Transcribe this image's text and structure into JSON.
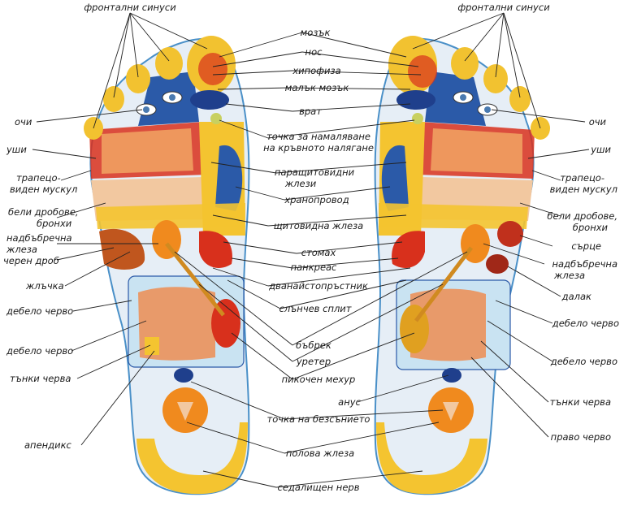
{
  "labels": {
    "frontal_sinuses_left": "фронтални синуси",
    "frontal_sinuses_right": "фронтални синуси",
    "eyes_left": "очи",
    "ears_left": "уши",
    "trapezius_left_1": "трапецо-",
    "trapezius_left_2": "виден мускул",
    "lungs_left_1": "бели дробове,",
    "lungs_left_2": "бронхи",
    "adrenal_left_1": "надбъбречна",
    "adrenal_left_2": "жлеза",
    "liver": "черен дроб",
    "gallbladder": "жлъчка",
    "colon_left_1": "дебело черво",
    "colon_left_2": "дебело черво",
    "small_intestine_left": "тънки черва",
    "appendix": "апендикс",
    "brain": "мозък",
    "nose": "нос",
    "pituitary": "хипофиза",
    "cerebellum": "малък мозък",
    "neck": "врат",
    "bp_point_1": "точка за намаляване",
    "bp_point_2": "на кръвното налягане",
    "parathyroid_1": "паращитовидни",
    "parathyroid_2": "жлези",
    "esophagus": "хранопровод",
    "thyroid": "щитовидна жлеза",
    "stomach": "стомах",
    "pancreas": "панкреас",
    "duodenum": "дванайстопръстник",
    "solar_plexus": "слънчев сплит",
    "kidney": "бъбрек",
    "ureter": "уретер",
    "bladder": "пикочен мехур",
    "anus": "анус",
    "insomnia_point": "точка на безсънието",
    "sex_gland": "полова жлеза",
    "sciatic_nerve": "седалищен нерв",
    "eyes_right": "очи",
    "ears_right": "уши",
    "trapezius_right_1": "трапецо-",
    "trapezius_right_2": "виден мускул",
    "lungs_right_1": "бели дробове,",
    "lungs_right_2": "бронхи",
    "heart": "сърце",
    "adrenal_right_1": "надбъбречна",
    "adrenal_right_2": "жлеза",
    "spleen": "далак",
    "colon_right_1": "дебело черво",
    "colon_right_2": "дебело черво",
    "small_intestine_right": "тънки черва",
    "rectum": "право черво"
  },
  "colors": {
    "foot_outline": "#4a90c8",
    "sole_bg": "#e6eef6",
    "heel_yellow": "#f4c430",
    "toe_yellow": "#f2c230",
    "orange_organ": "#f08a1e",
    "blue_zone": "#2b5aa8",
    "red_zone": "#d8301c",
    "intestine_bg": "#c9e3f2",
    "intestine": "#e89a6a",
    "liver": "#c0561e",
    "dark_blue": "#1f3f8c"
  }
}
